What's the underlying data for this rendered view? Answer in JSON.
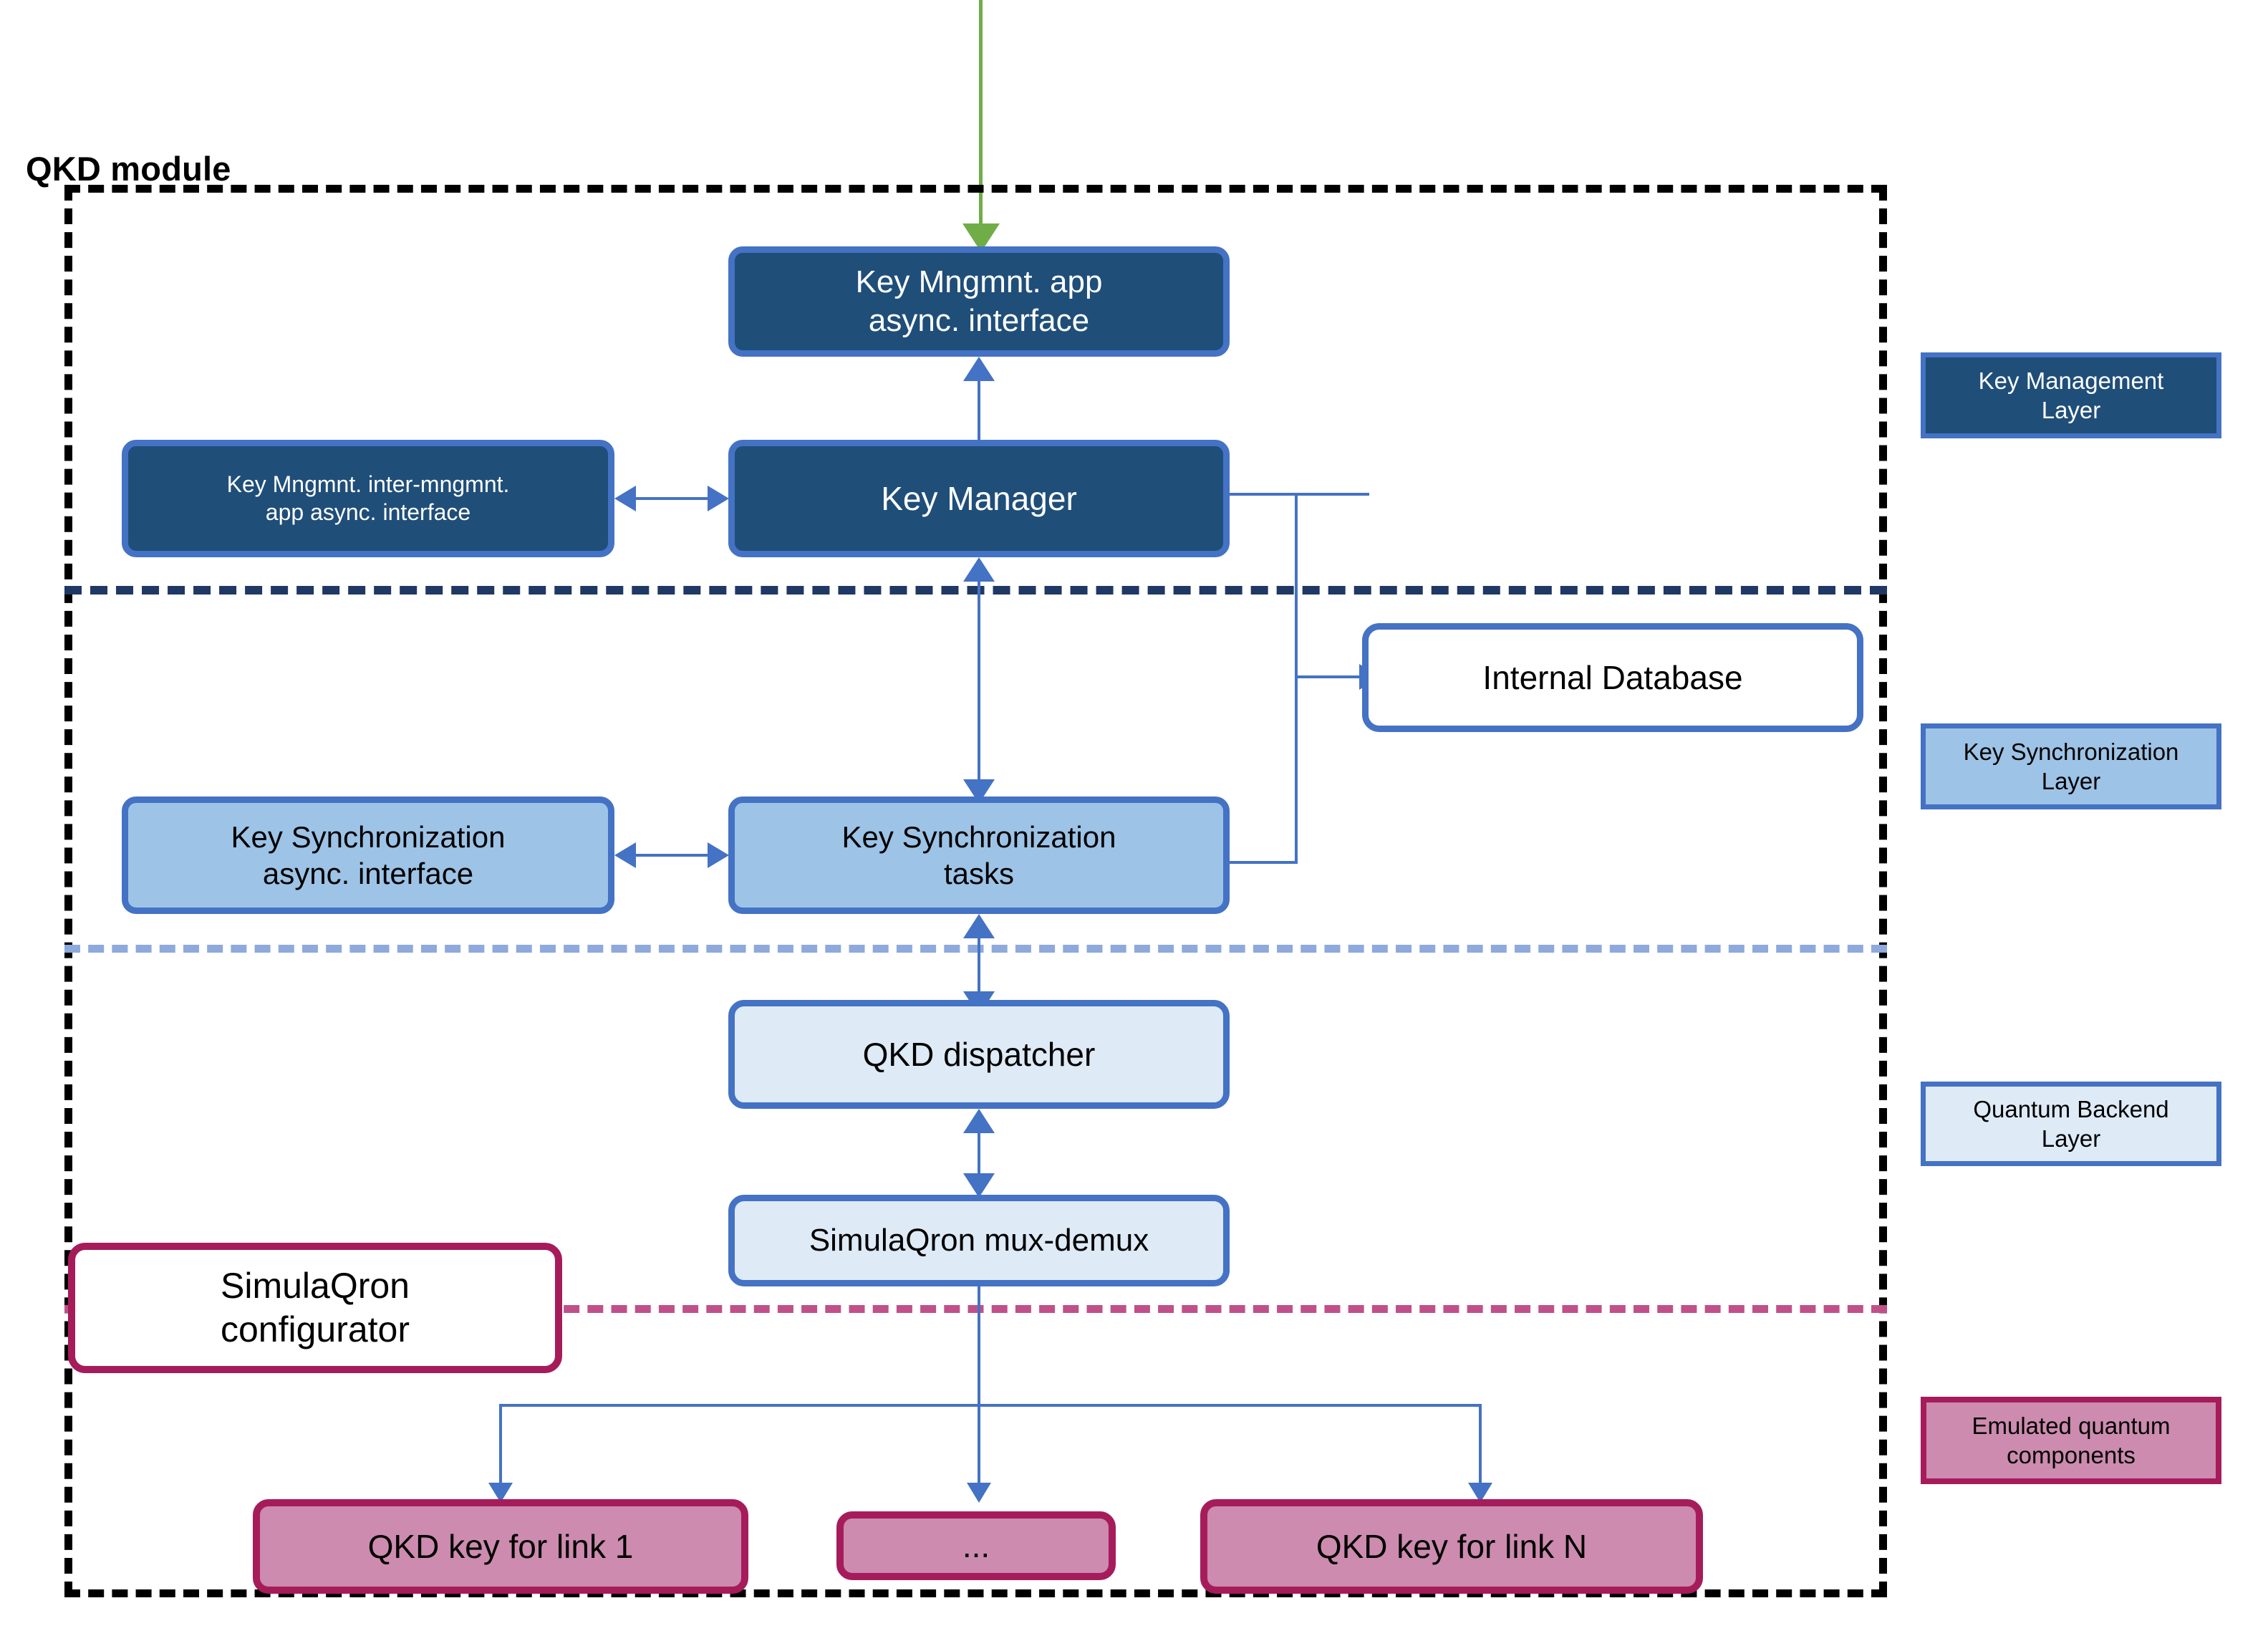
{
  "diagram": {
    "module_title": "QKD module",
    "nodes": {
      "km_app_iface": "Key Mngmnt. app\nasync. interface",
      "km_inter_iface_line1": "Key Mngmnt. inter-mngmnt.",
      "km_inter_iface_line2": "app async. interface",
      "key_manager": "Key Manager",
      "internal_database": "Internal Database",
      "ks_async_iface_line1": "Key Synchronization",
      "ks_async_iface_line2": "async. interface",
      "ks_tasks_line1": "Key Synchronization",
      "ks_tasks_line2": "tasks",
      "qkd_dispatcher": "QKD dispatcher",
      "simulaqron_mux": "SimulaQron mux-demux",
      "simulaqron_config_line1": "SimulaQron",
      "simulaqron_config_line2": "configurator",
      "qkd_key_link_1": "QKD key for link 1",
      "qkd_key_ellipsis": "...",
      "qkd_key_link_n": "QKD key for link N"
    },
    "legend": [
      {
        "id": "key-management-layer",
        "line1": "Key Management",
        "line2": "Layer"
      },
      {
        "id": "key-synchronization-layer",
        "line1": "Key Synchronization",
        "line2": "Layer"
      },
      {
        "id": "quantum-backend-layer",
        "line1": "Quantum Backend",
        "line2": "Layer"
      },
      {
        "id": "emulated-quantum-components",
        "line1": "Emulated quantum",
        "line2": "components"
      }
    ],
    "colors": {
      "key_management_fill": "#1F4E79",
      "key_synchronization_fill": "#9DC3E6",
      "quantum_backend_fill": "#DEEAF6",
      "emulated_quantum_fill": "#CC8BAF",
      "emulated_quantum_border": "#A61C5B",
      "node_border": "#4472C4",
      "module_border": "#000000",
      "entry_arrow": "#70AD47",
      "divider_km_ks": "#1F3864",
      "divider_ks_qb": "#8EA9DB",
      "divider_qb_eq": "#C0508A"
    }
  }
}
